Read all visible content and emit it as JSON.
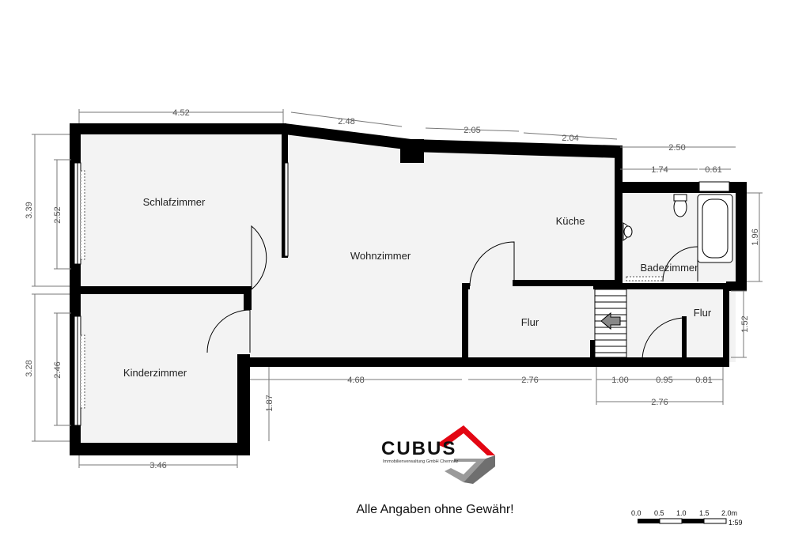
{
  "rooms": {
    "schlafzimmer": "Schlafzimmer",
    "wohnzimmer": "Wohnzimmer",
    "kueche": "Küche",
    "badezimmer": "Badezimmer",
    "flur_left": "Flur",
    "flur_right": "Flur",
    "kinderzimmer": "Kinderzimmer"
  },
  "dimensions": {
    "top_schlaf_width": "4.52",
    "top_wohn_1": "2.48",
    "top_wohn_2": "2.05",
    "top_wohn_3": "2.04",
    "bad_total": "2.50",
    "bad_1": "1.74",
    "bad_2": "0.61",
    "left_schlaf_outer": "3.39",
    "left_schlaf_window": "2.52",
    "left_kinder_outer": "3.28",
    "left_kinder_window": "2.46",
    "right_bad": "1.96",
    "right_flur": "1.52",
    "bottom_wohn": "4.68",
    "bottom_flur": "2.76",
    "bottom_seg_1": "1.00",
    "bottom_seg_2": "0.95",
    "bottom_seg_3": "0.81",
    "bottom_total": "2.76",
    "kinder_right": "1.87",
    "kinder_bottom": "3.46"
  },
  "logo": {
    "word": "CUBUS",
    "subtitle": "Immobilienverwaltung GmbH Chemnitz",
    "red": "#e30613",
    "gray": "#9a9a9a"
  },
  "disclaimer": "Alle Angaben ohne Gewähr!",
  "scale": {
    "ticks": [
      "0.0",
      "0.5",
      "1.0",
      "1.5",
      "2.0m"
    ],
    "ratio": "1:59"
  }
}
